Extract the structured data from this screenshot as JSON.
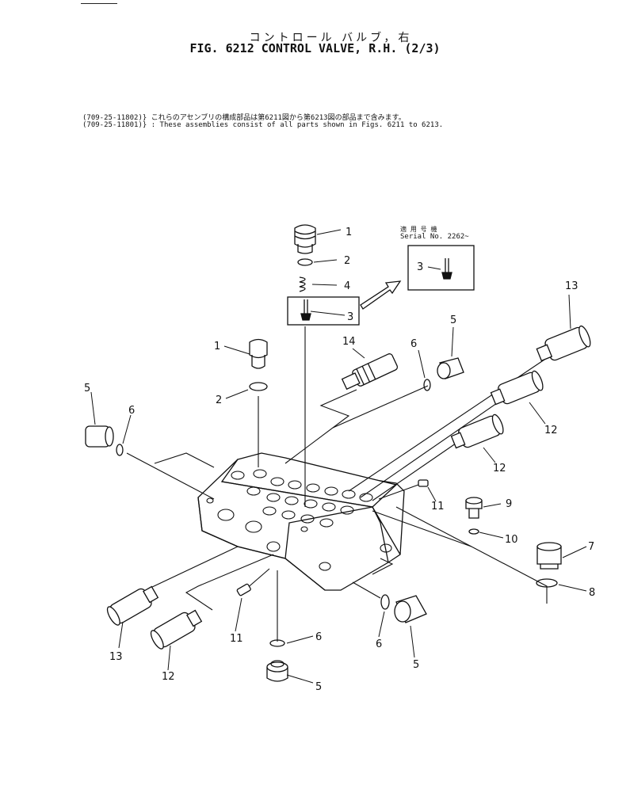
{
  "header": {
    "title_jp": "コントロール バルブ，右",
    "title_en": "FIG. 6212 CONTROL VALVE, R.H. (2/3)"
  },
  "notes": [
    "(709-25-11802)} これらのアセンブリの構成部品は第6211図から第6213図の部品まで含みます。",
    "(709-25-11801)} : These assemblies consist of all parts shown in Figs. 6211 to 6213."
  ],
  "serial_box": {
    "label_jp": "適 用 号 機",
    "label_en": "Serial No. 2262~"
  },
  "callouts": [
    "1",
    "2",
    "4",
    "3",
    "3",
    "13",
    "5",
    "6",
    "14",
    "1",
    "2",
    "5",
    "6",
    "12",
    "12",
    "11",
    "9",
    "10",
    "7",
    "8",
    "13",
    "12",
    "11",
    "6",
    "5",
    "6",
    "5"
  ]
}
